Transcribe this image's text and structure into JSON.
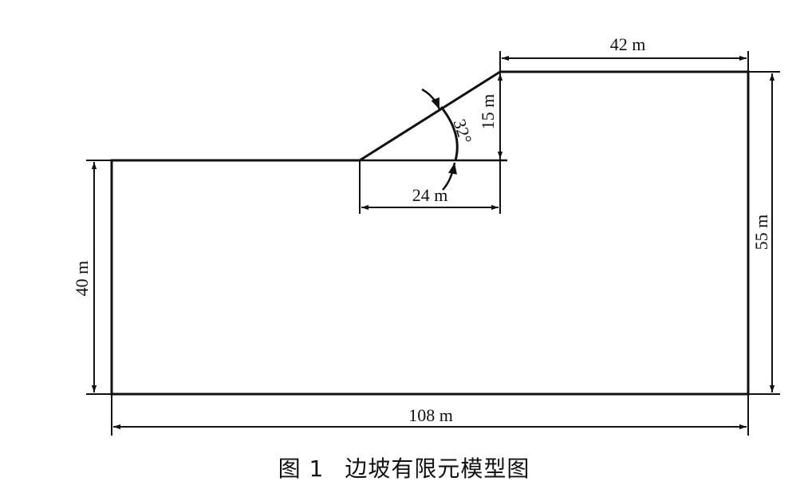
{
  "diagram": {
    "labels": {
      "top_width": "42 m",
      "slope_height": "15 m",
      "slope_angle": "32°",
      "slope_base": "24 m",
      "left_height": "40 m",
      "right_height": "55 m",
      "total_width": "108 m"
    },
    "colors": {
      "stroke": "#111111",
      "background": "#ffffff"
    }
  },
  "caption": {
    "figure_number": "图 1",
    "title": "边坡有限元模型图"
  }
}
